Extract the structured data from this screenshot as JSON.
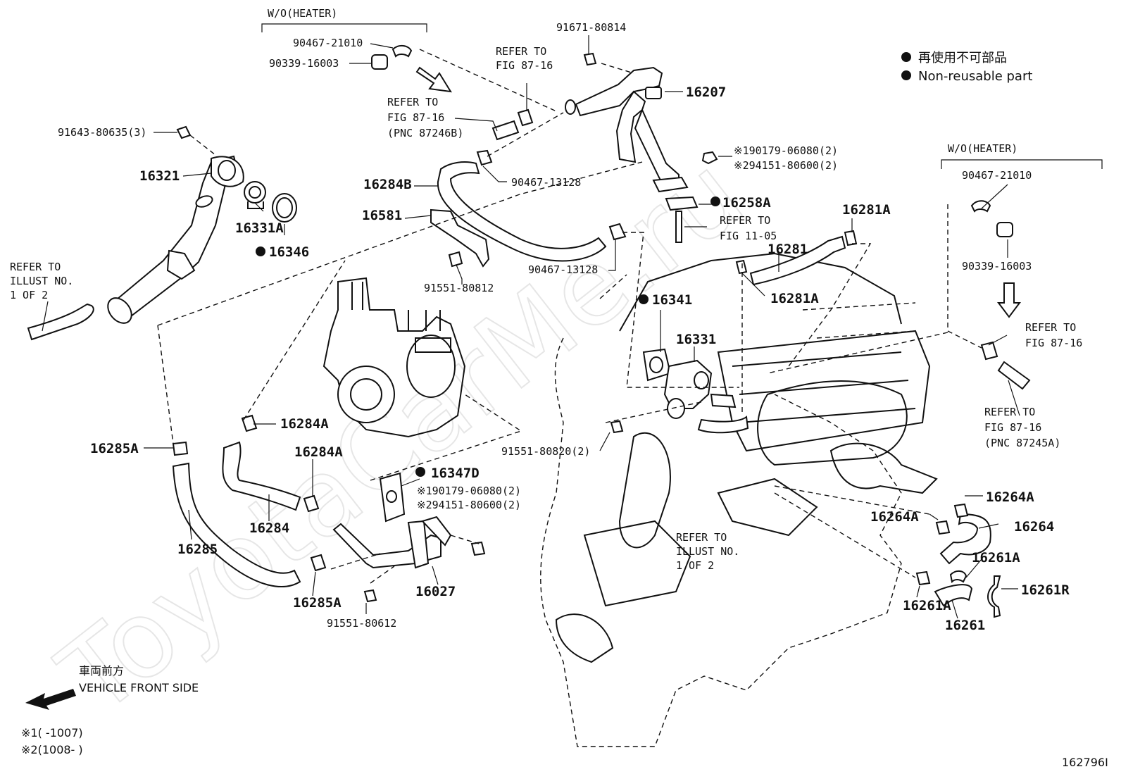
{
  "legend": {
    "jp": "再使用不可部品",
    "en": "Non-reusable part"
  },
  "watermark": "ToyotaCarMe.ru",
  "wo_heater_left": "W/O(HEATER)",
  "wo_heater_right": "W/O(HEATER)",
  "labels": {
    "p90467_21010_a": "90467-21010",
    "p90339_16003_a": "90339-16003",
    "p91643_80635": "91643-80635(3)",
    "p16321": "16321",
    "p16331A": "16331A",
    "p16346": "16346",
    "p91671_80814": "91671-80814",
    "p16207": "16207",
    "p90467_13128_a": "90467-13128",
    "p16284B": "16284B",
    "p16581": "16581",
    "p90467_13128_b": "90467-13128",
    "p91551_80812": "91551-80812",
    "p190179": "※190179-06080(2)",
    "p294151": "※294151-80600(2)",
    "p16258A": "16258A",
    "p16281A_a": "16281A",
    "p16281": "16281",
    "p16281A_b": "16281A",
    "p16341": "16341",
    "p16331": "16331",
    "p90467_21010_b": "90467-21010",
    "p90339_16003_b": "90339-16003",
    "p16284A_a": "16284A",
    "p16285A_a": "16285A",
    "p16284A_b": "16284A",
    "p16284": "16284",
    "p16285": "16285",
    "p16285A_b": "16285A",
    "p91551_80612": "91551-80612",
    "p16347D": "16347D",
    "p190179_b": "※190179-06080(2)",
    "p294151_b": "※294151-80600(2)",
    "p16027": "16027",
    "p91551_80820": "91551-80820(2)",
    "p16264A_a": "16264A",
    "p16264A_b": "16264A",
    "p16264": "16264",
    "p16261A_a": "16261A",
    "p16261R": "16261R",
    "p16261A_b": "16261A",
    "p16261": "16261"
  },
  "refs": {
    "fig8716_top_1": "REFER TO",
    "fig8716_top_2": "FIG 87-16",
    "fig8716_b_1": "REFER TO",
    "fig8716_b_2": "FIG 87-16",
    "fig8716_b_3": "(PNC 87246B)",
    "fig1105_1": "REFER TO",
    "fig1105_2": "FIG 11-05",
    "illust_l_1": "REFER TO",
    "illust_l_2": "ILLUST NO.",
    "illust_l_3": "1 OF 2",
    "fig8716_r_1": "REFER TO",
    "fig8716_r_2": "FIG 87-16",
    "fig8716_r2_1": "REFER TO",
    "fig8716_r2_2": "FIG 87-16",
    "fig8716_r2_3": "(PNC 87245A)",
    "illust_c_1": "REFER TO",
    "illust_c_2": "ILLUST NO.",
    "illust_c_3": "1 OF 2"
  },
  "front": {
    "jp": "車両前方",
    "en": "VEHICLE FRONT SIDE"
  },
  "notes": {
    "n1": "※1(      -1007)",
    "n2": "※2(1008-      )"
  },
  "figure_id": "162796I"
}
